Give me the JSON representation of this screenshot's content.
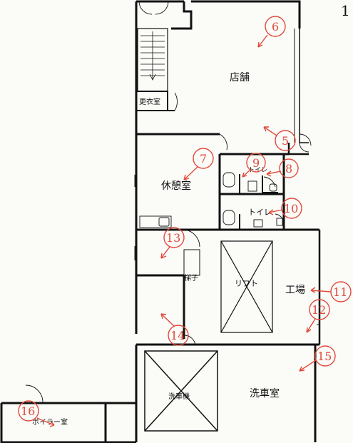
{
  "page_number": "1",
  "rooms": {
    "store": "店舗",
    "changing": "更衣室",
    "break": "休憩室",
    "toilet_1": "トイレ",
    "toilet_2": "トイレ",
    "lift": "リフト",
    "ladder": "梯子",
    "factory": "工場",
    "car_wash_machine": "洗車機",
    "car_wash_room": "洗車室",
    "boiler": "ボイラー室"
  },
  "markers": [
    "6",
    "5",
    "7",
    "9",
    "8",
    "10",
    "13",
    "11",
    "12",
    "14",
    "15",
    "16"
  ],
  "colors": {
    "marker": "#e24a3a",
    "wall": "#111111"
  }
}
